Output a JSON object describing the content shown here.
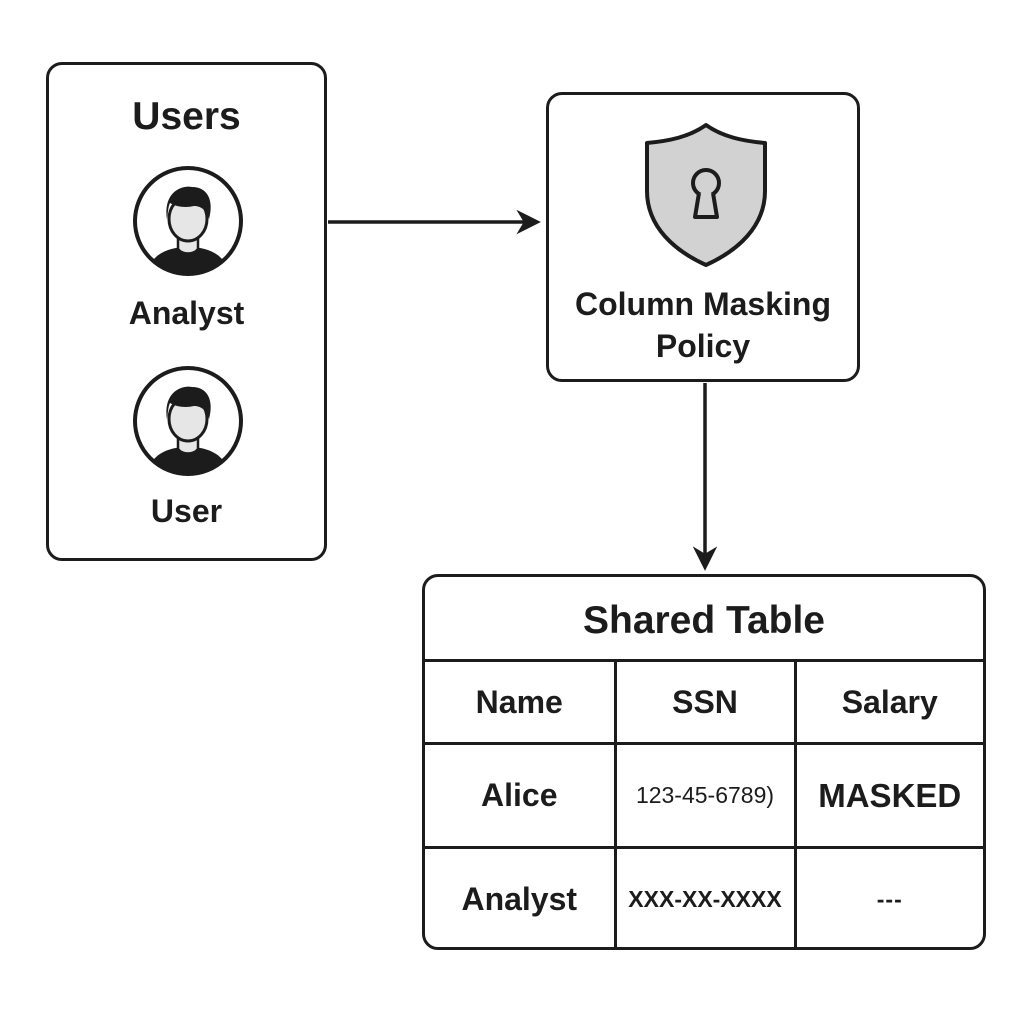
{
  "users_panel": {
    "title": "Users",
    "members": [
      {
        "label": "Analyst",
        "icon": "person-avatar-icon"
      },
      {
        "label": "User",
        "icon": "person-avatar-icon"
      }
    ]
  },
  "policy": {
    "title": "Column Masking Policy",
    "icon": "shield-keyhole-icon"
  },
  "shared_table": {
    "title": "Shared Table",
    "columns": [
      "Name",
      "SSN",
      "Salary"
    ],
    "rows": [
      {
        "name": "Alice",
        "ssn": "123-45-6789)",
        "salary": "MASKED"
      },
      {
        "name": "Analyst",
        "ssn": "XXX-XX-XXXX",
        "salary": "---"
      }
    ]
  },
  "colors": {
    "stroke": "#1c1c1c",
    "shield_fill": "#d2d2d2",
    "avatar_face": "#e6e6e6",
    "background": "#ffffff"
  }
}
